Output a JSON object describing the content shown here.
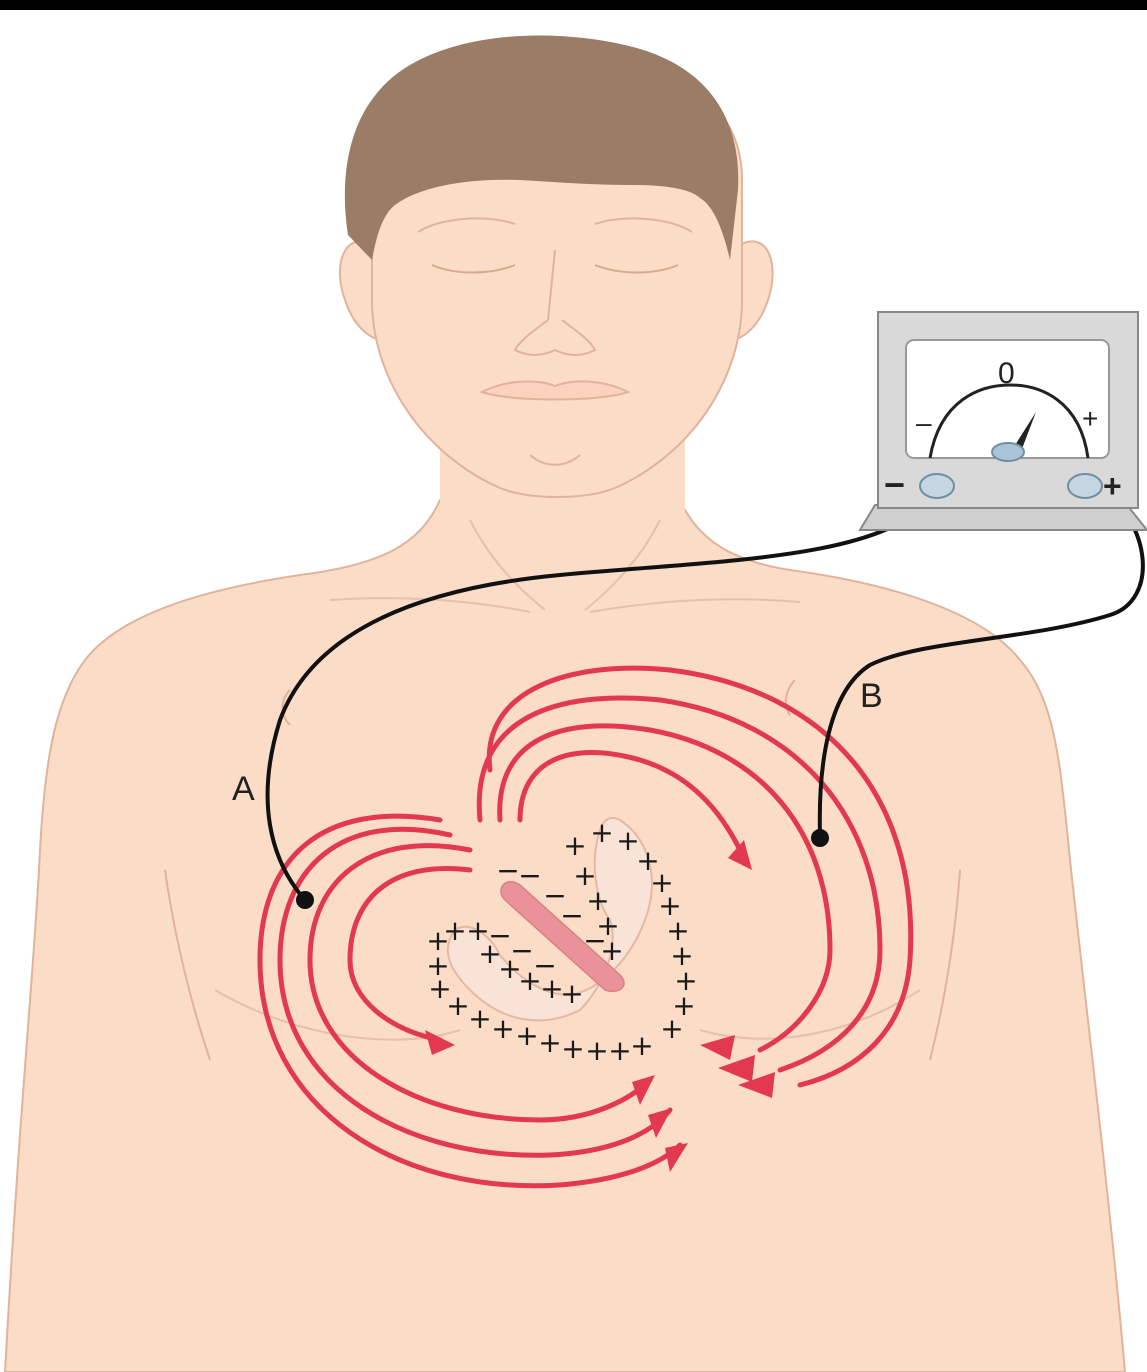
{
  "diagram": {
    "labels": {
      "electrode_a": "A",
      "electrode_b": "B"
    },
    "meter": {
      "zero": "0",
      "scale_minus": "–",
      "scale_plus": "+",
      "terminal_minus": "−",
      "terminal_plus": "+"
    },
    "heart": {
      "positive_sign": "+",
      "negative_sign": "−"
    },
    "colors": {
      "skin": "#fbdcc7",
      "skin_outline": "#e0b39a",
      "hair": "#9b7d67",
      "current_lines": "#e2394f",
      "heart_tissue": "#f9e3d6",
      "septum": "#e9929a",
      "meter_body": "#d9d9d9",
      "wire": "#111111"
    }
  }
}
